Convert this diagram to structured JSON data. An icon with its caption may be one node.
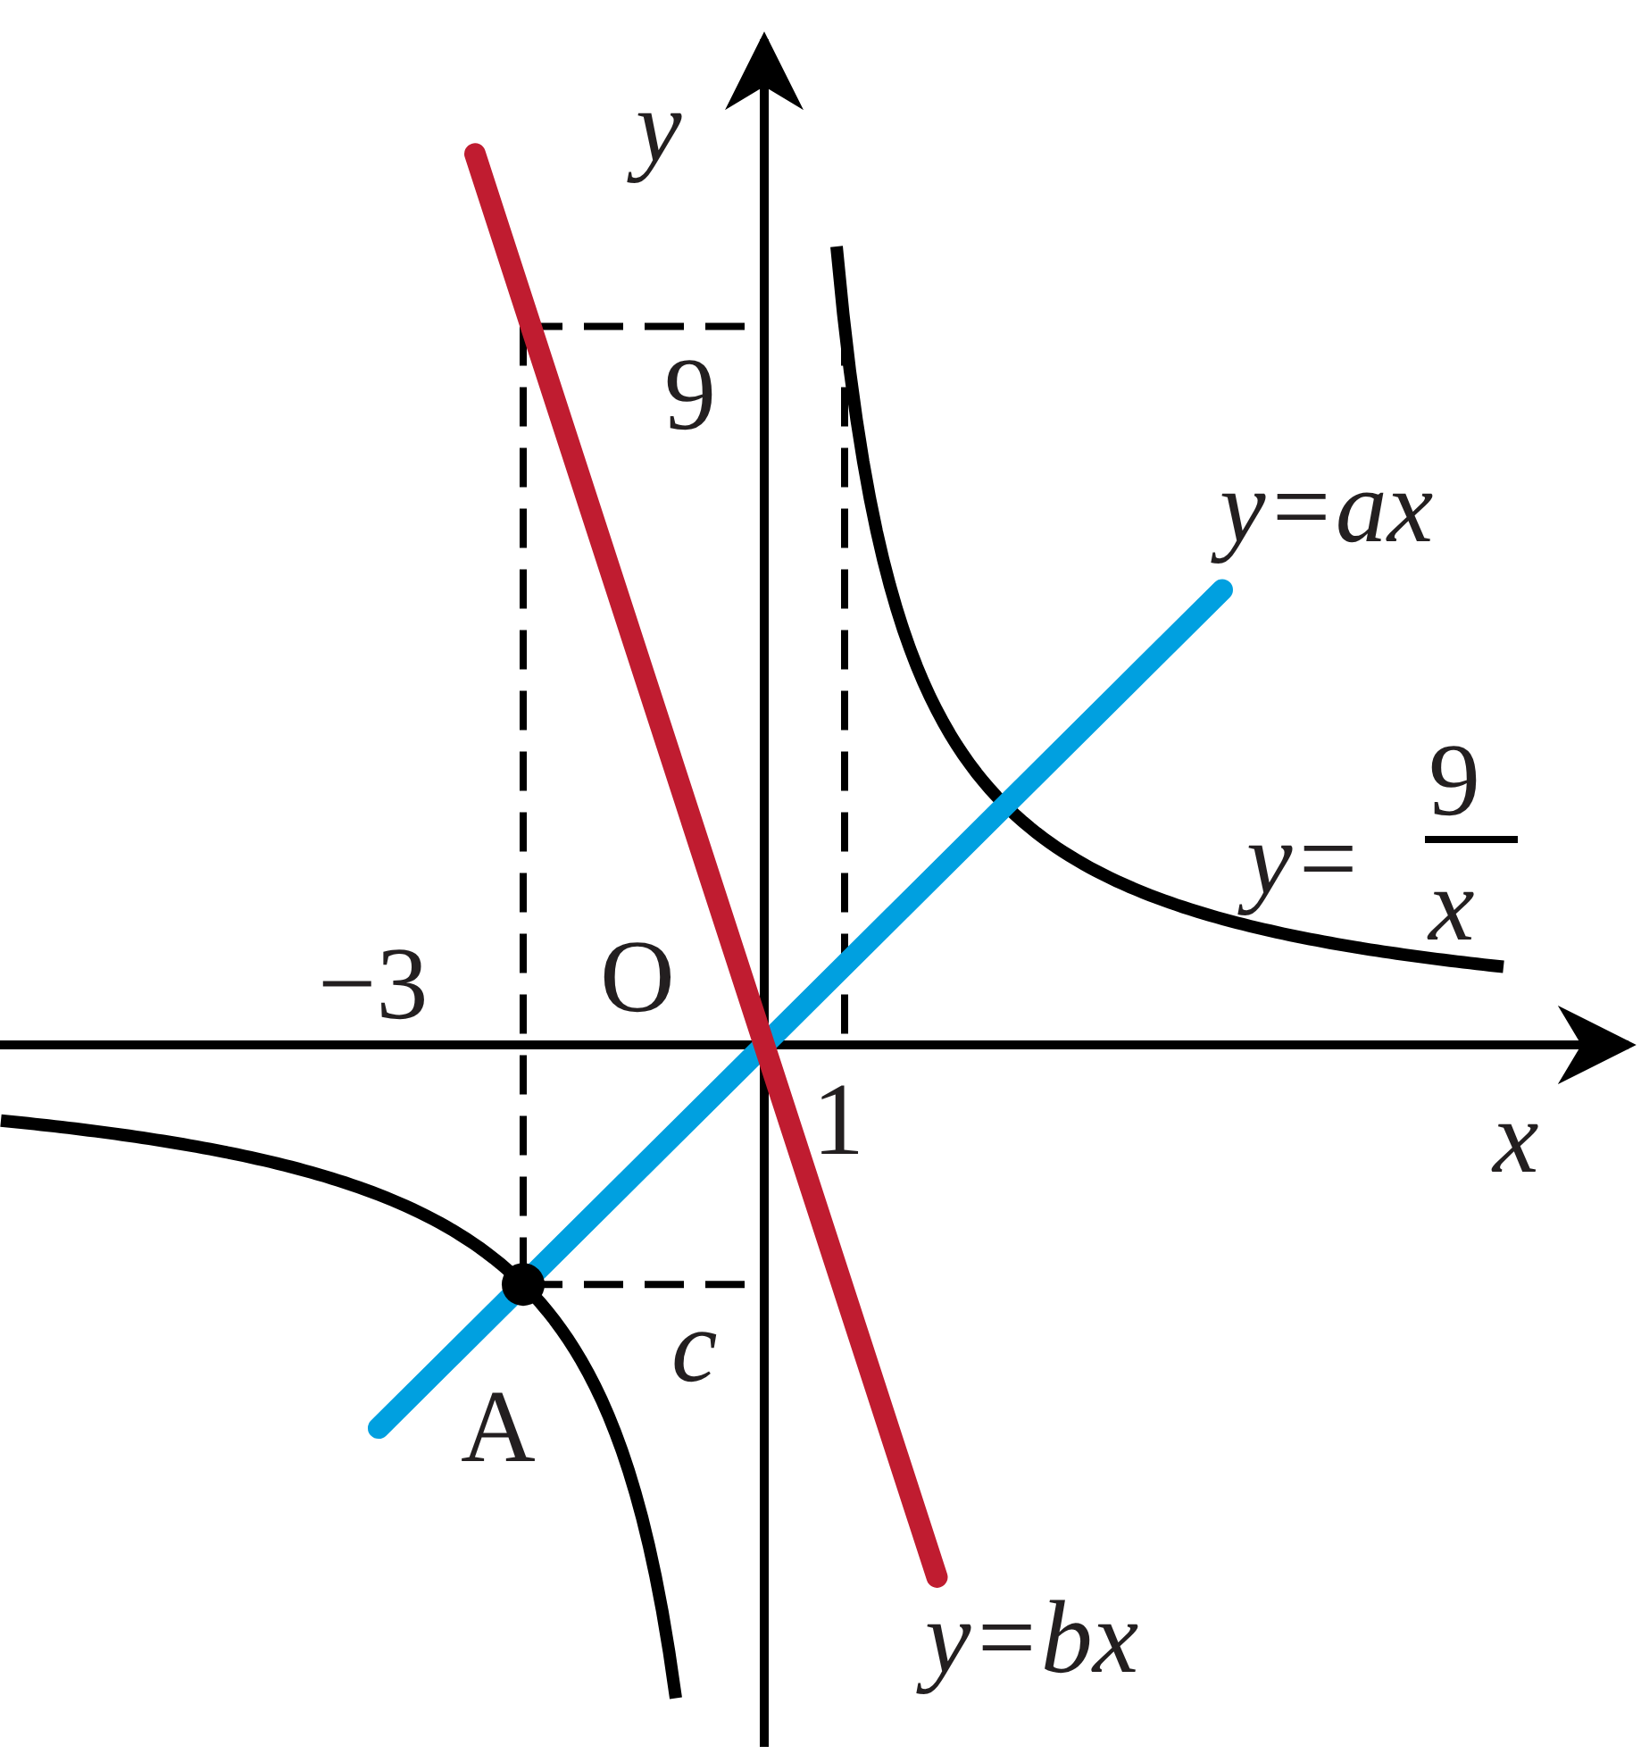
{
  "diagram": {
    "labels": [
      "y",
      "9",
      "y=ax",
      "y=",
      "9",
      "x",
      "−3",
      "O",
      "1",
      "x",
      "c",
      "A",
      "y=bx"
    ]
  }
}
